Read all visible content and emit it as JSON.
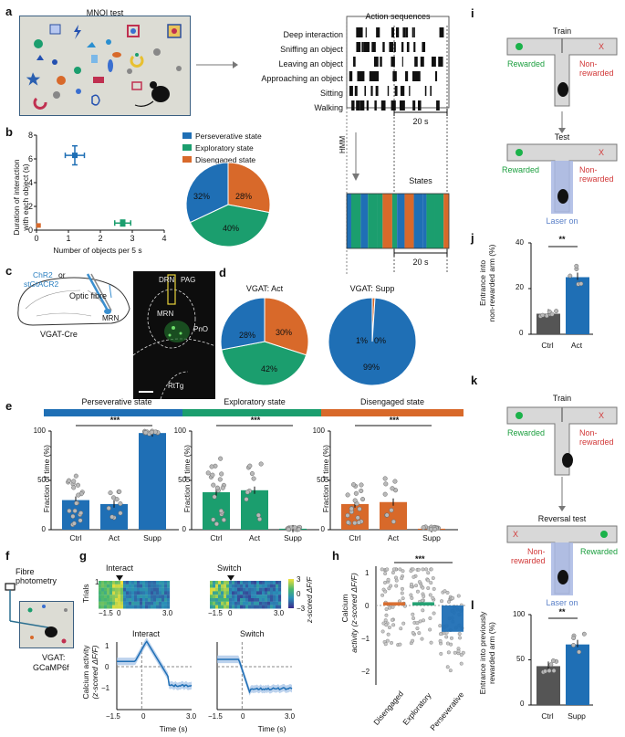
{
  "panel_labels": {
    "a": "a",
    "b": "b",
    "c": "c",
    "d": "d",
    "e": "e",
    "f": "f",
    "g": "g",
    "h": "h",
    "i": "i",
    "j": "j",
    "k": "k",
    "l": "l"
  },
  "a": {
    "mnoi_title": "MNOI test",
    "action_title": "Action sequences",
    "actions": [
      "Deep interaction",
      "Sniffing an object",
      "Leaving an object",
      "Approaching an object",
      "Sitting",
      "Walking"
    ],
    "scale_top": "20 s",
    "hmm": "HMM",
    "states_title": "States",
    "scale_bottom": "20 s"
  },
  "b": {
    "ylabel_1": "Duration of interaction",
    "ylabel_2": "with each object (s)",
    "xlabel": "Number of objects per 5 s",
    "yticks": [
      "0",
      "2",
      "4",
      "6",
      "8"
    ],
    "xticks": [
      "0",
      "1",
      "2",
      "3",
      "4"
    ],
    "legend": [
      "Perseverative state",
      "Exploratory state",
      "Disengaged state"
    ],
    "pie_labels": [
      "32%",
      "40%",
      "28%"
    ]
  },
  "c": {
    "virus_1": "ChR2",
    "virus_or": "or",
    "virus_2": "stGtACR2",
    "optic": "Optic fibre",
    "mrn": "MRN",
    "mouse_line": "VGAT-Cre",
    "hist_labels": {
      "drn": "DRN",
      "pag": "PAG",
      "mrn": "MRN",
      "pno": "PnO",
      "rttg": "RtTg"
    }
  },
  "d": {
    "title_act": "VGAT: Act",
    "title_supp": "VGAT: Supp",
    "act_labels": [
      "28%",
      "42%",
      "30%"
    ],
    "supp_labels": [
      "1%",
      "0%",
      "99%"
    ]
  },
  "e": {
    "ylabel": "Fraction of time (%)",
    "yticks": [
      "0",
      "50",
      "100"
    ],
    "groups": [
      "Ctrl",
      "Act",
      "Supp"
    ],
    "sig": "***",
    "panels": [
      {
        "title": "Perseverative state",
        "color": "#1f6fb5"
      },
      {
        "title": "Exploratory state",
        "color": "#1b9e6e"
      },
      {
        "title": "Disengaged state",
        "color": "#d8692a"
      }
    ]
  },
  "f": {
    "title_1": "Fibre",
    "title_2": "photometry",
    "line_1": "VGAT:",
    "line_2": "GCaMP6f"
  },
  "g": {
    "trials": "Trials",
    "trial_one": "1",
    "interact": "Interact",
    "switch": "Switch",
    "heat_xticks": [
      "−1.5",
      "0",
      "3.0"
    ],
    "cbar_ticks": [
      "3",
      "0",
      "−3"
    ],
    "cbar_label": "z-scored ΔF/F",
    "ylabel_1": "Calcium activity",
    "ylabel_2": "(z-scored ΔF/F)",
    "yticks": [
      "1",
      "0",
      "−1"
    ],
    "xticks": [
      "−1.5",
      "0",
      "3.0"
    ],
    "xlabel": "Time (s)"
  },
  "h": {
    "ylabel_1": "Calcium",
    "ylabel_2": "activity (z-scored ΔF/F)",
    "yticks": [
      "1",
      "0",
      "−1",
      "−2"
    ],
    "groups": [
      "Disengaged",
      "Exploratory",
      "Perseverative"
    ],
    "sig": "***"
  },
  "i": {
    "train": "Train",
    "test": "Test",
    "rewarded": "Rewarded",
    "non_1": "Non-",
    "non_2": "rewarded",
    "x": "X",
    "laser": "Laser on"
  },
  "j": {
    "ylabel_1": "Entrance into",
    "ylabel_2": "non-rewarded arm (%)",
    "yticks": [
      "40",
      "20",
      "0"
    ],
    "groups": [
      "Ctrl",
      "Act"
    ],
    "sig": "**"
  },
  "k": {
    "train": "Train",
    "reversal": "Reversal test",
    "rewarded": "Rewarded",
    "non_1": "Non-",
    "non_2": "rewarded",
    "x": "X",
    "laser": "Laser on"
  },
  "l": {
    "ylabel_1": "Entrance into previously",
    "ylabel_2": "rewarded arm (%)",
    "yticks": [
      "100",
      "50",
      "0"
    ],
    "groups": [
      "Ctrl",
      "Supp"
    ],
    "sig": "**"
  },
  "chart_data": [
    {
      "type": "scatter",
      "panel": "b",
      "xlabel": "Number of objects per 5 s",
      "ylabel": "Duration of interaction with each object (s)",
      "xlim": [
        0,
        4
      ],
      "ylim": [
        0,
        8
      ],
      "series": [
        {
          "name": "Perseverative state",
          "x": [
            1.2
          ],
          "y": [
            6.3
          ],
          "color": "#1f6fb5"
        },
        {
          "name": "Exploratory state",
          "x": [
            2.7
          ],
          "y": [
            0.6
          ],
          "color": "#1b9e6e"
        },
        {
          "name": "Disengaged state",
          "x": [
            0.05
          ],
          "y": [
            0.2
          ],
          "color": "#d8692a"
        }
      ]
    },
    {
      "type": "pie",
      "panel": "b",
      "labels": [
        "Perseverative state",
        "Exploratory state",
        "Disengaged state"
      ],
      "values": [
        32,
        40,
        28
      ]
    },
    {
      "type": "pie",
      "panel": "d",
      "title": "VGAT: Act",
      "labels": [
        "Perseverative state",
        "Exploratory state",
        "Disengaged state"
      ],
      "values": [
        28,
        42,
        30
      ]
    },
    {
      "type": "pie",
      "panel": "d",
      "title": "VGAT: Supp",
      "labels": [
        "Perseverative state",
        "Exploratory state",
        "Disengaged state"
      ],
      "values": [
        99,
        0,
        1
      ]
    },
    {
      "type": "bar",
      "panel": "e",
      "title": "Perseverative state",
      "categories": [
        "Ctrl",
        "Act",
        "Supp"
      ],
      "values": [
        30,
        26,
        98
      ],
      "ylabel": "Fraction of time (%)",
      "ylim": [
        0,
        100
      ]
    },
    {
      "type": "bar",
      "panel": "e",
      "title": "Exploratory state",
      "categories": [
        "Ctrl",
        "Act",
        "Supp"
      ],
      "values": [
        38,
        40,
        1
      ],
      "ylabel": "Fraction of time (%)",
      "ylim": [
        0,
        100
      ]
    },
    {
      "type": "bar",
      "panel": "e",
      "title": "Disengaged state",
      "categories": [
        "Ctrl",
        "Act",
        "Supp"
      ],
      "values": [
        26,
        28,
        1
      ],
      "ylabel": "Fraction of time (%)",
      "ylim": [
        0,
        100
      ]
    },
    {
      "type": "bar",
      "panel": "h",
      "categories": [
        "Disengaged",
        "Exploratory",
        "Perseverative"
      ],
      "values": [
        0.1,
        0.1,
        -0.8
      ],
      "ylim": [
        -2,
        1
      ]
    },
    {
      "type": "bar",
      "panel": "j",
      "categories": [
        "Ctrl",
        "Act"
      ],
      "values": [
        9,
        25
      ],
      "ylim": [
        0,
        40
      ]
    },
    {
      "type": "bar",
      "panel": "l",
      "categories": [
        "Ctrl",
        "Supp"
      ],
      "values": [
        43,
        67
      ],
      "ylim": [
        0,
        100
      ]
    }
  ]
}
